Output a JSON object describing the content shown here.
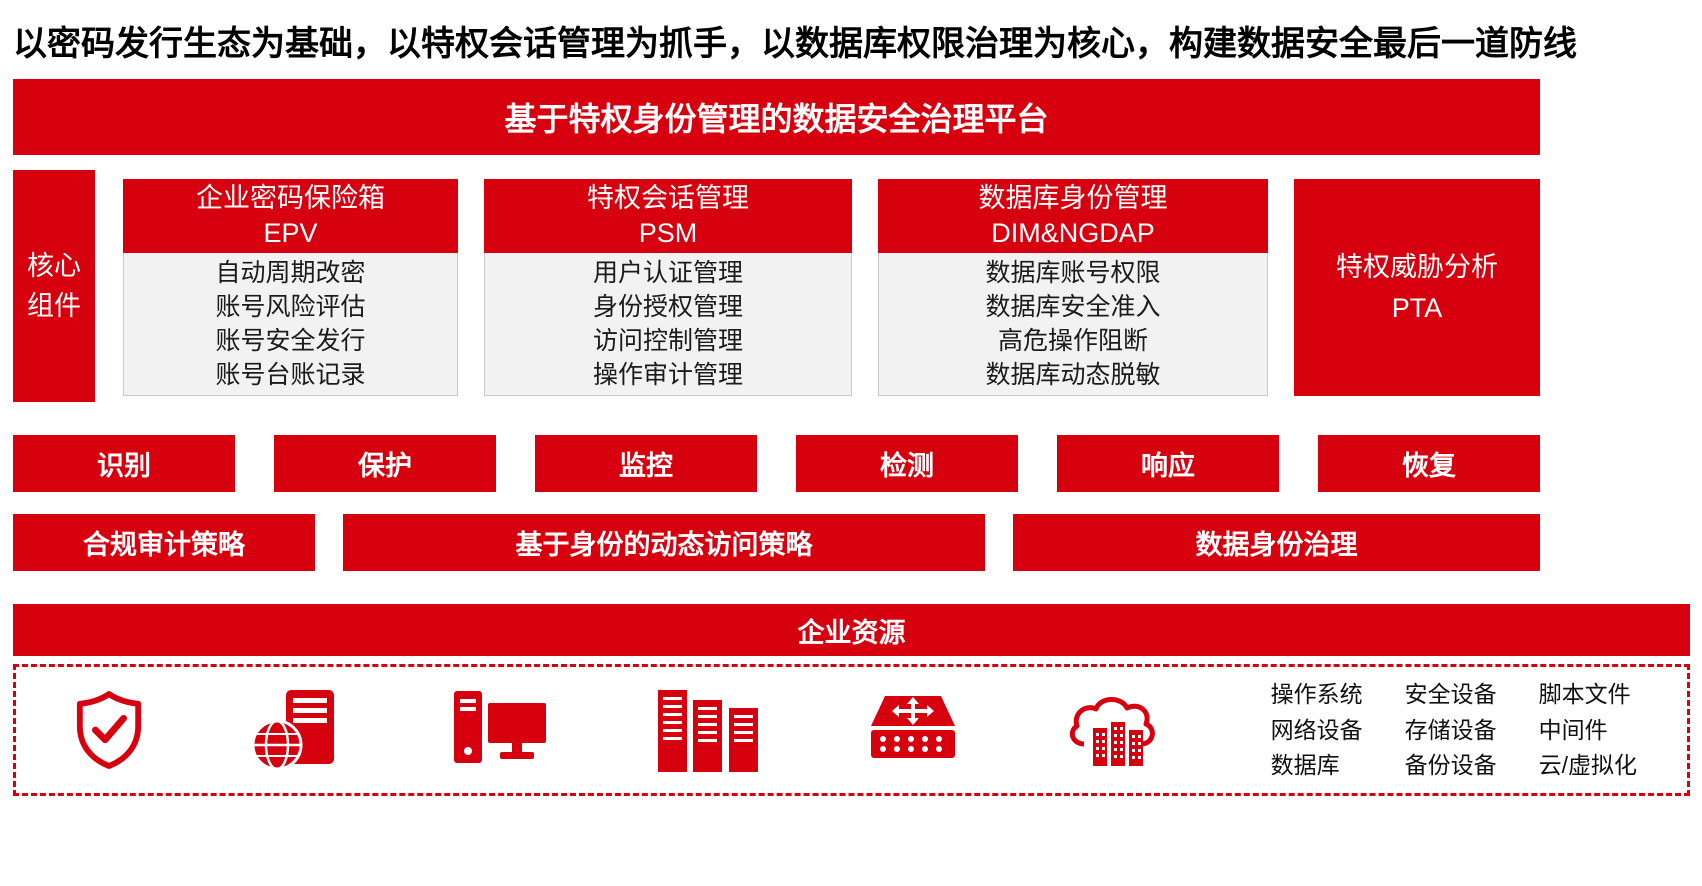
{
  "headline": "以密码发行生态为基础，以特权会话管理为抓手，以数据库权限治理为核心，构建数据安全最后一道防线",
  "banner": {
    "title": "基于特权身份管理的数据安全治理平台"
  },
  "core": {
    "side_label": "核心组件",
    "columns": [
      {
        "title": "企业密码保险箱",
        "subtitle": "EPV",
        "items": [
          "自动周期改密",
          "账号风险评估",
          "账号安全发行",
          "账号台账记录"
        ]
      },
      {
        "title": "特权会话管理",
        "subtitle": "PSM",
        "items": [
          "用户认证管理",
          "身份授权管理",
          "访问控制管理",
          "操作审计管理"
        ]
      },
      {
        "title": "数据库身份管理",
        "subtitle": "DIM&NGDAP",
        "items": [
          "数据库账号权限",
          "数据库安全准入",
          "高危操作阻断",
          "数据库动态脱敏"
        ]
      }
    ],
    "pta": {
      "title": "特权威胁分析",
      "subtitle": "PTA"
    }
  },
  "process_buttons": [
    "识别",
    "保护",
    "监控",
    "检测",
    "响应",
    "恢复"
  ],
  "policy_bars": [
    "合规审计策略",
    "基于身份的动态访问策略",
    "数据身份治理"
  ],
  "resources": {
    "title": "企业资源",
    "icons": [
      "shield-check-icon",
      "globe-server-icon",
      "desktop-computer-icon",
      "server-rack-icon",
      "network-switch-icon",
      "cloud-datacenter-icon"
    ],
    "labels": [
      [
        "操作系统",
        "网络设备",
        "数据库"
      ],
      [
        "安全设备",
        "存储设备",
        "备份设备"
      ],
      [
        "脚本文件",
        "中间件",
        "云/虚拟化"
      ]
    ]
  },
  "colors": {
    "accent": "#d7000f",
    "panel_bg": "#f2f2f3",
    "panel_border": "#c9c9c9",
    "headline_text": "#000000",
    "block_text": "#ffffff"
  }
}
